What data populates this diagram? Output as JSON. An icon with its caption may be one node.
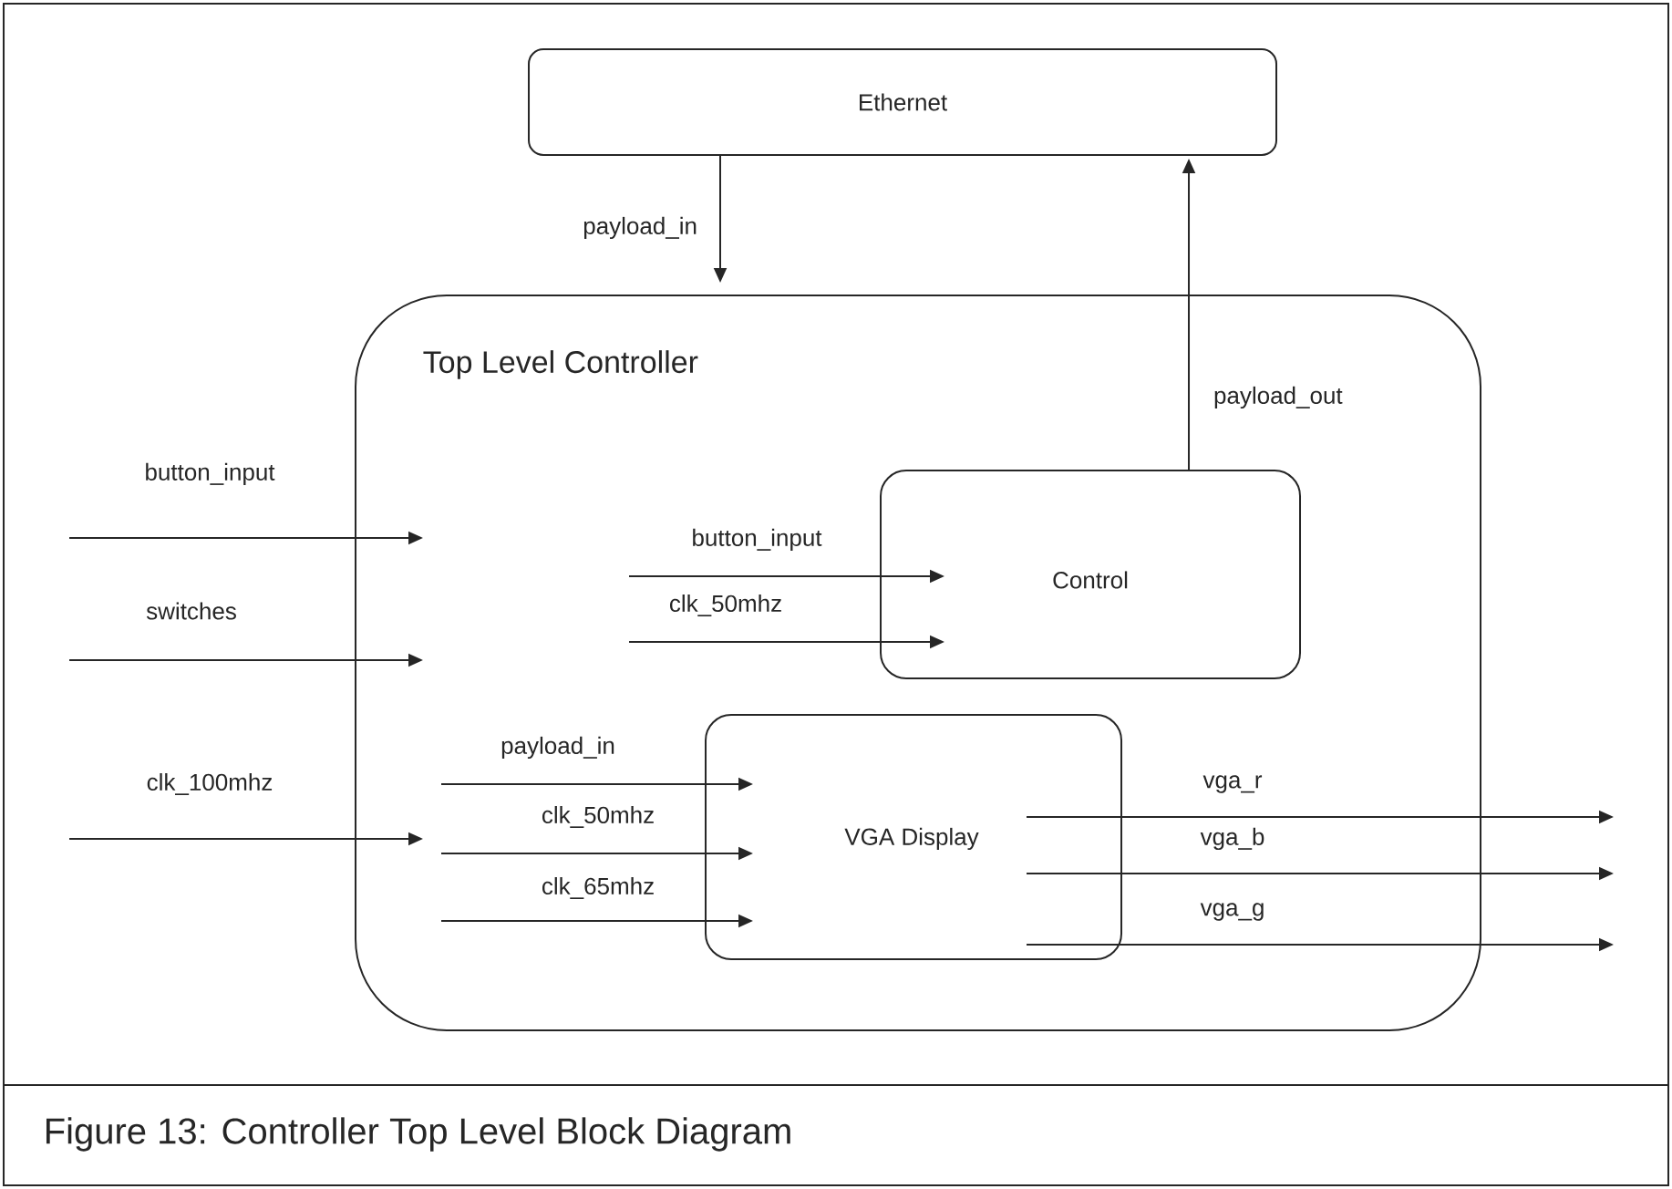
{
  "diagram": {
    "caption": "Figure 13: Controller Top Level Block Diagram",
    "nodes": [
      {
        "text": [
          "Ethernet"
        ]
      },
      {
        "text": [
          "Top Level Controller"
        ]
      },
      {
        "text": [
          "Control"
        ],
        "in": 1
      },
      {
        "text": [
          "VGA Display"
        ],
        "in": 1
      }
    ],
    "edges": [
      {
        "from": 0,
        "to": 1,
        "arrow": "to",
        "label": "payload_in"
      },
      {
        "from": 2,
        "to": 0,
        "arrow": "to",
        "label": "payload_out"
      },
      {
        "from": null,
        "to": 1,
        "arrow": "to",
        "label": "button_input"
      },
      {
        "from": null,
        "to": 1,
        "arrow": "to",
        "label": "switches"
      },
      {
        "from": null,
        "to": 1,
        "arrow": "to",
        "label": "clk_100mhz"
      },
      {
        "from": null,
        "to": 2,
        "arrow": "to",
        "label": "button_input"
      },
      {
        "from": null,
        "to": 2,
        "arrow": "to",
        "label": "clk_50mhz"
      },
      {
        "from": null,
        "to": 3,
        "arrow": "to",
        "label": "payload_in"
      },
      {
        "from": null,
        "to": 3,
        "arrow": "to",
        "label": "clk_50mhz"
      },
      {
        "from": null,
        "to": 3,
        "arrow": "to",
        "label": "clk_65mhz"
      },
      {
        "from": 3,
        "to": null,
        "arrow": "to",
        "label": "vga_r"
      },
      {
        "from": 3,
        "to": null,
        "arrow": "to",
        "label": "vga_b"
      },
      {
        "from": 3,
        "to": null,
        "arrow": "to",
        "label": "vga_g"
      }
    ]
  }
}
